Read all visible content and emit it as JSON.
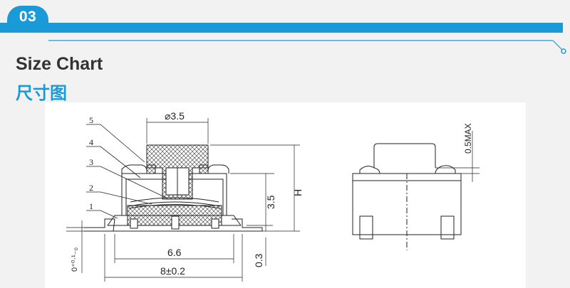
{
  "section": {
    "number": "03"
  },
  "heading": {
    "en": "Size Chart",
    "zh": "尺寸图"
  },
  "drawing": {
    "callouts": [
      "5",
      "4",
      "3",
      "2",
      "1"
    ],
    "dimensions": {
      "cap_diameter": "⌀3.5",
      "height_35": "3.5",
      "height_h": "H",
      "width_66": "6.6",
      "width_8": "8±0.2",
      "lead_03": "0.3",
      "offset_01": "0⁺⁰·¹₋₀",
      "max_05": "0.5MAX"
    }
  }
}
